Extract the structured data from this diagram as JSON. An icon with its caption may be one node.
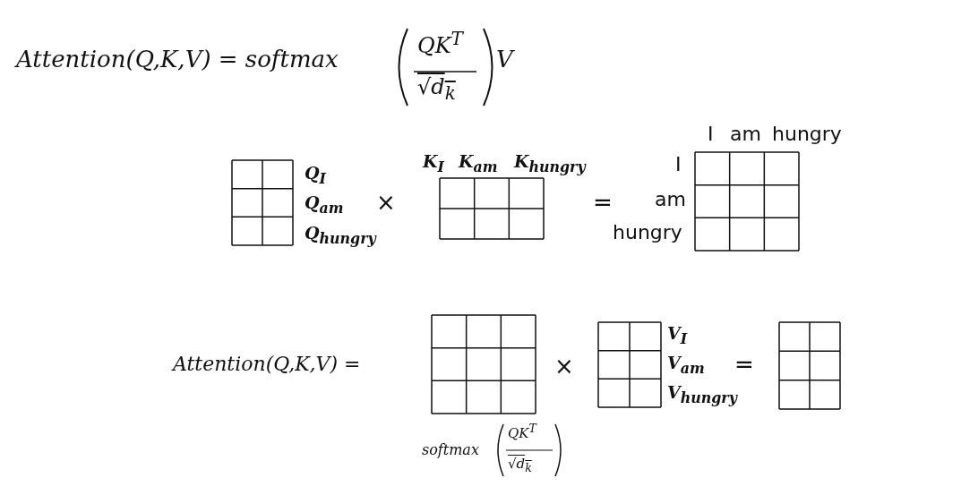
{
  "diagram": {
    "labels": [
      "Attention(Q,K,V) = softmax",
      "QK$^{T}$",
      "√d$_{k}$",
      "V",
      "I",
      "am",
      "hungry",
      "Q$_{I}$",
      "Q$_{am}$",
      "Q$_{hungry}$",
      "×",
      "K$_{I}$",
      "K$_{am}$",
      "K$_{hungry}$",
      "=",
      "I",
      "am",
      "hungry",
      "Attention(Q,K,V) =",
      "×",
      "V$_{I}$",
      "V$_{am}$",
      "V$_{hungry}$",
      "=",
      "softmax",
      "QK$^{T}$",
      "√d$_{k}$"
    ]
  }
}
